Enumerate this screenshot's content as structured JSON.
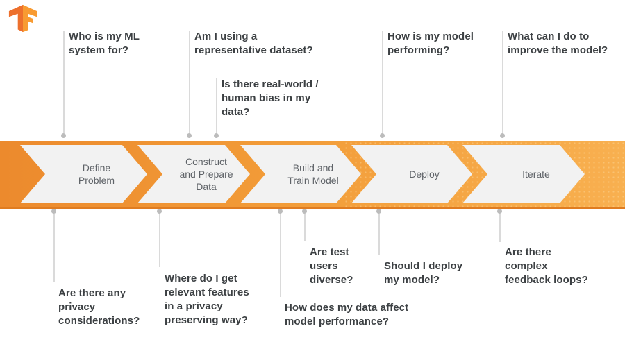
{
  "logo": {
    "name": "tensorflow-logo"
  },
  "colors": {
    "banner_start": "#ec8a2d",
    "banner_end": "#f8b050",
    "banner_edge": "#e07c20",
    "chevron_fill": "#f2f2f2",
    "question_text": "#3c4043",
    "stage_text": "#5f6368",
    "connector_line": "#dadada",
    "connector_dot": "#bcbcbc",
    "logo_dark": "#ed702d",
    "logo_light": "#f89b32"
  },
  "stages": [
    {
      "label": "Define\nProblem"
    },
    {
      "label": "Construct\nand Prepare\nData"
    },
    {
      "label": "Build and\nTrain Model"
    },
    {
      "label": "Deploy"
    },
    {
      "label": "Iterate"
    }
  ],
  "top_questions": [
    {
      "text": "Who is my ML\nsystem for?"
    },
    {
      "text": "Am I using a\nrepresentative dataset?"
    },
    {
      "text": "Is there real-world /\nhuman bias in my\ndata?"
    },
    {
      "text": "How is my model\nperforming?"
    },
    {
      "text": "What can I do to\nimprove the model?"
    }
  ],
  "bottom_questions": [
    {
      "text": "Are there any\nprivacy\nconsiderations?"
    },
    {
      "text": "Where do I get\nrelevant features\nin a privacy\npreserving way?"
    },
    {
      "text": "How does my data affect\nmodel performance?"
    },
    {
      "text": "Are test\nusers\ndiverse?"
    },
    {
      "text": "Should I deploy\nmy model?"
    },
    {
      "text": "Are there\ncomplex\nfeedback loops?"
    }
  ]
}
